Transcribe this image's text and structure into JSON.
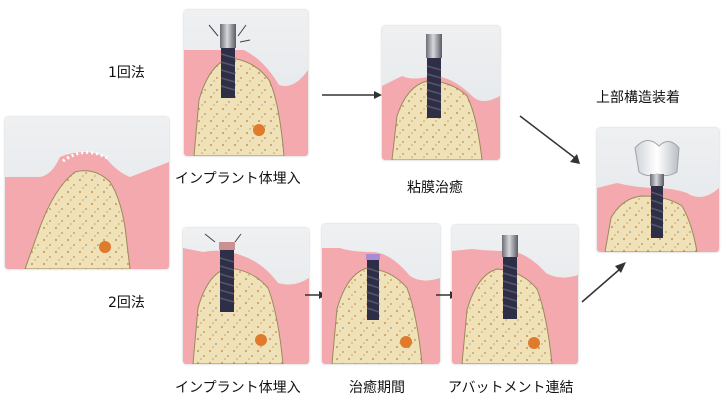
{
  "methods": {
    "one_stage": "1回法",
    "two_stage": "2回法"
  },
  "steps": {
    "one_stage": [
      "インプラント体埋入",
      "粘膜治癒"
    ],
    "two_stage": [
      "インプラント体埋入",
      "治癒期間",
      "アバットメント連結"
    ],
    "final": "上部構造装着"
  },
  "colors": {
    "gum": "#f3a9ad",
    "bone": "#efe2b8",
    "implant": "#2e2f46",
    "background": "#ffffff"
  }
}
